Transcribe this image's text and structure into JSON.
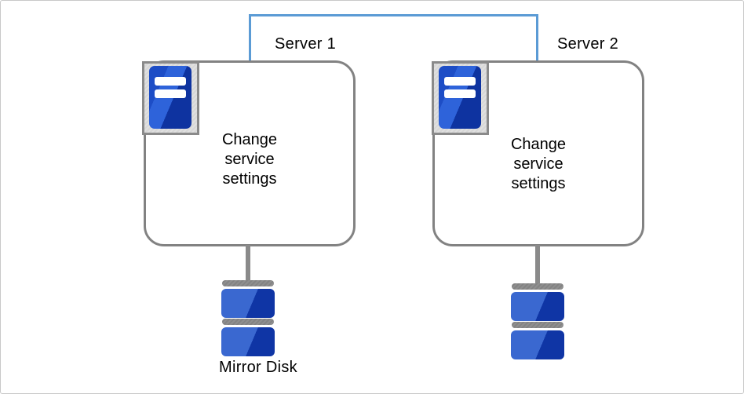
{
  "diagram": {
    "server1": {
      "title": "Server 1",
      "body": "Change\nservice\nsettings"
    },
    "server2": {
      "title": "Server 2",
      "body": "Change\nservice\nsettings"
    },
    "mirror_disk_label": "Mirror Disk",
    "colors": {
      "background": "#ffffff",
      "outer_border": "#c8c8c8",
      "connector_blue": "#5b9bd5",
      "box_border_gray": "#828282",
      "stem_gray": "#8a8a8a",
      "icon_frame_bg": "#dcdcdc",
      "tower_blue_light": "#2e63da",
      "tower_blue_dark": "#0e33a0",
      "disk_blue_light": "#3a68d0",
      "disk_blue_dark": "#0f35a5",
      "text": "#000000"
    }
  }
}
